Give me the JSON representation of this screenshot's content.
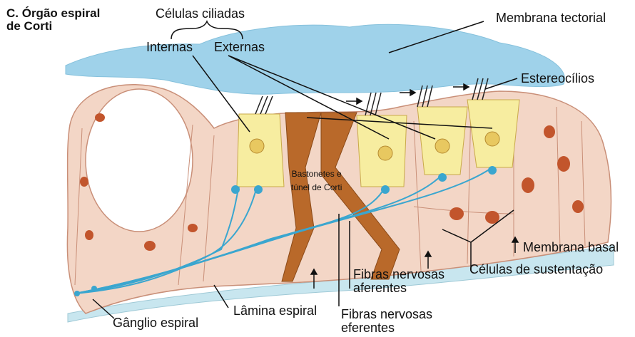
{
  "title": {
    "line1": "C. Órgão espiral",
    "line2": "de Corti"
  },
  "labels": {
    "celulas_ciliadas": "Células ciliadas",
    "internas": "Internas",
    "externas": "Externas",
    "membrana_tectorial": "Membrana tectorial",
    "estereocilios": "Estereocílios",
    "bastonetes_1": "Bastonetes e",
    "bastonetes_2": "túnel de Corti",
    "membrana_basal": "Membrana basal",
    "celulas_sustentacao": "Células de sustentação",
    "fibras_aferentes_1": "Fibras nervosas",
    "fibras_aferentes_2": "aferentes",
    "fibras_eferentes_1": "Fibras nervosas",
    "fibras_eferentes_2": "eferentes",
    "lamina_espiral": "Lâmina espiral",
    "ganglio_espiral": "Gânglio espiral"
  },
  "colors": {
    "tectorial": "#9fd2ea",
    "tissue": "#f3d6c6",
    "tissue_outline": "#c98f78",
    "hair_cell": "#f7eda0",
    "rods": "#b9692a",
    "nerve": "#3aa6cf",
    "nucleus": "#c2552c",
    "basal": "#c8e6ef"
  }
}
